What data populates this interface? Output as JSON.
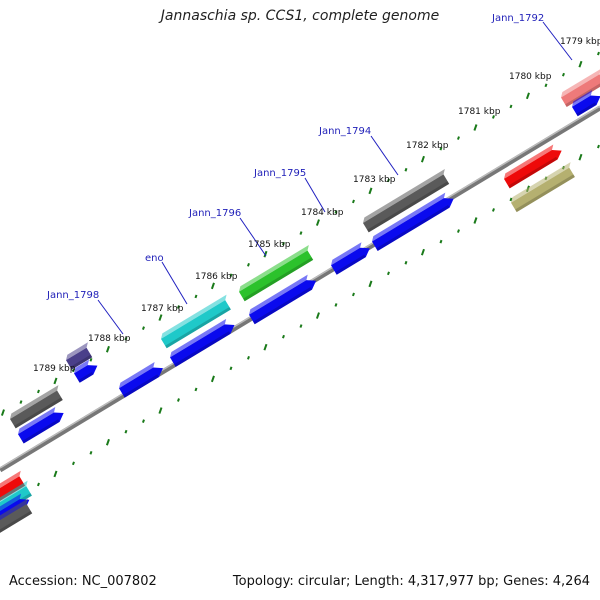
{
  "title": "Jannaschia sp. CCS1, complete genome",
  "footer": {
    "accession": "Accession: NC_007802",
    "summary": "Topology: circular; Length: 4,317,977 bp; Genes: 4,264"
  },
  "colors": {
    "blue": "#0a0aee",
    "gray": "#5a5a5a",
    "cyan": "#1fc9c9",
    "green": "#2cc22c",
    "red": "#ee0a0a",
    "olive": "#b5b070",
    "pink": "#ee7a7a",
    "purple": "#4a3f8a",
    "tick": "#1a7a1a",
    "label": "#1f1fb8"
  },
  "diagram": {
    "kbp_labels": [
      "1779 kbp",
      "1780 kbp",
      "1781 kbp",
      "1782 kbp",
      "1783 kbp",
      "1784 kbp",
      "1785 kbp",
      "1786 kbp",
      "1787 kbp",
      "1788 kbp",
      "1789 kbp"
    ],
    "gene_labels": [
      "Jann_1792",
      "Jann_1794",
      "Jann_1795",
      "Jann_1796",
      "eno",
      "Jann_1798"
    ]
  }
}
